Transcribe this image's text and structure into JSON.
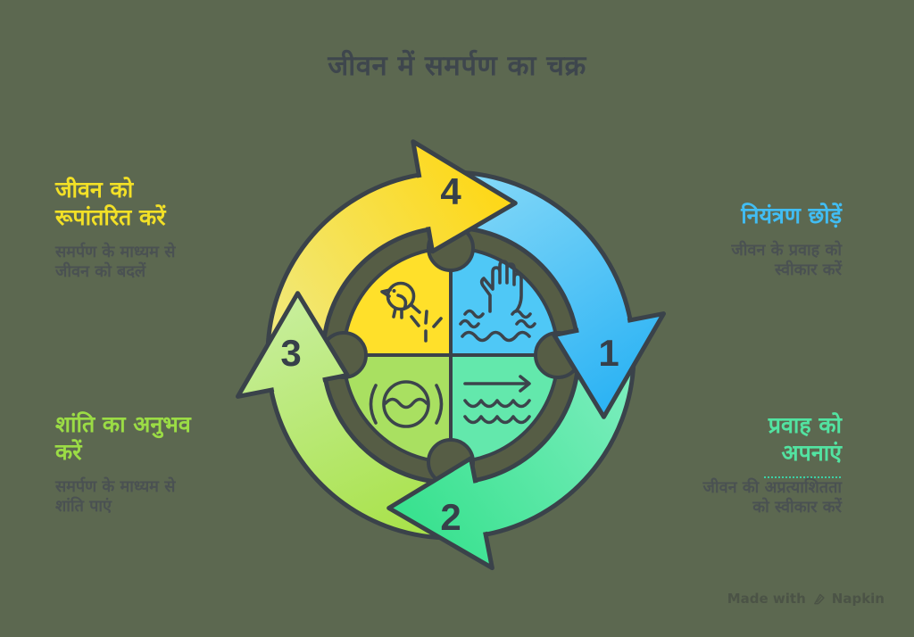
{
  "title": "जीवन में समर्पण का चक्र",
  "steps": [
    {
      "number": "1",
      "position": "right",
      "title_lines": [
        "नियंत्रण छोड़ें"
      ],
      "subtitle_lines": [
        "जीवन के प्रवाह को",
        "स्वीकार करें"
      ],
      "accent_color": "#41BDF3",
      "arrow_color": "#2AB2F4",
      "icon": "hand-above-water-icon"
    },
    {
      "number": "2",
      "position": "bottom",
      "title_lines": [
        "प्रवाह को",
        "अपनाएं"
      ],
      "subtitle_parts": {
        "line1_pre": "जीवन की ",
        "line1_underlined": "अप्रत्याशितता",
        "line2": "को स्वीकार करें"
      },
      "accent_color": "#52E3A1",
      "arrow_color": "#36E18D",
      "icon": "flow-arrow-over-waves-icon"
    },
    {
      "number": "3",
      "position": "left",
      "title_lines": [
        "शांति का अनुभव",
        "करें"
      ],
      "subtitle_lines": [
        "समर्पण के माध्यम से",
        "शांति पाएं"
      ],
      "accent_color": "#9BDC45",
      "arrow_color": "#ACE24E",
      "icon": "calm-water-in-circle-icon"
    },
    {
      "number": "4",
      "position": "top",
      "title_lines": [
        "जीवन को",
        "रूपांतरित करें"
      ],
      "subtitle_lines": [
        "समर्पण के माध्यम से",
        "जीवन को बदलें"
      ],
      "accent_color": "#F2E027",
      "arrow_color": "#FFD60E",
      "icon": "bird-taking-flight-icon"
    }
  ],
  "badge": {
    "made_with": "Made with",
    "brand": "Napkin"
  },
  "colors": {
    "background": "#5C6850",
    "outline": "#3A424A",
    "title_text": "#3E464D",
    "subtitle_text": "#4A5152",
    "inner_gap": "#565D45",
    "quadrant_yellow": "#FFE02A",
    "quadrant_blue": "#4FC8F6",
    "quadrant_mint": "#63E8AC",
    "quadrant_green": "#A9E061"
  }
}
